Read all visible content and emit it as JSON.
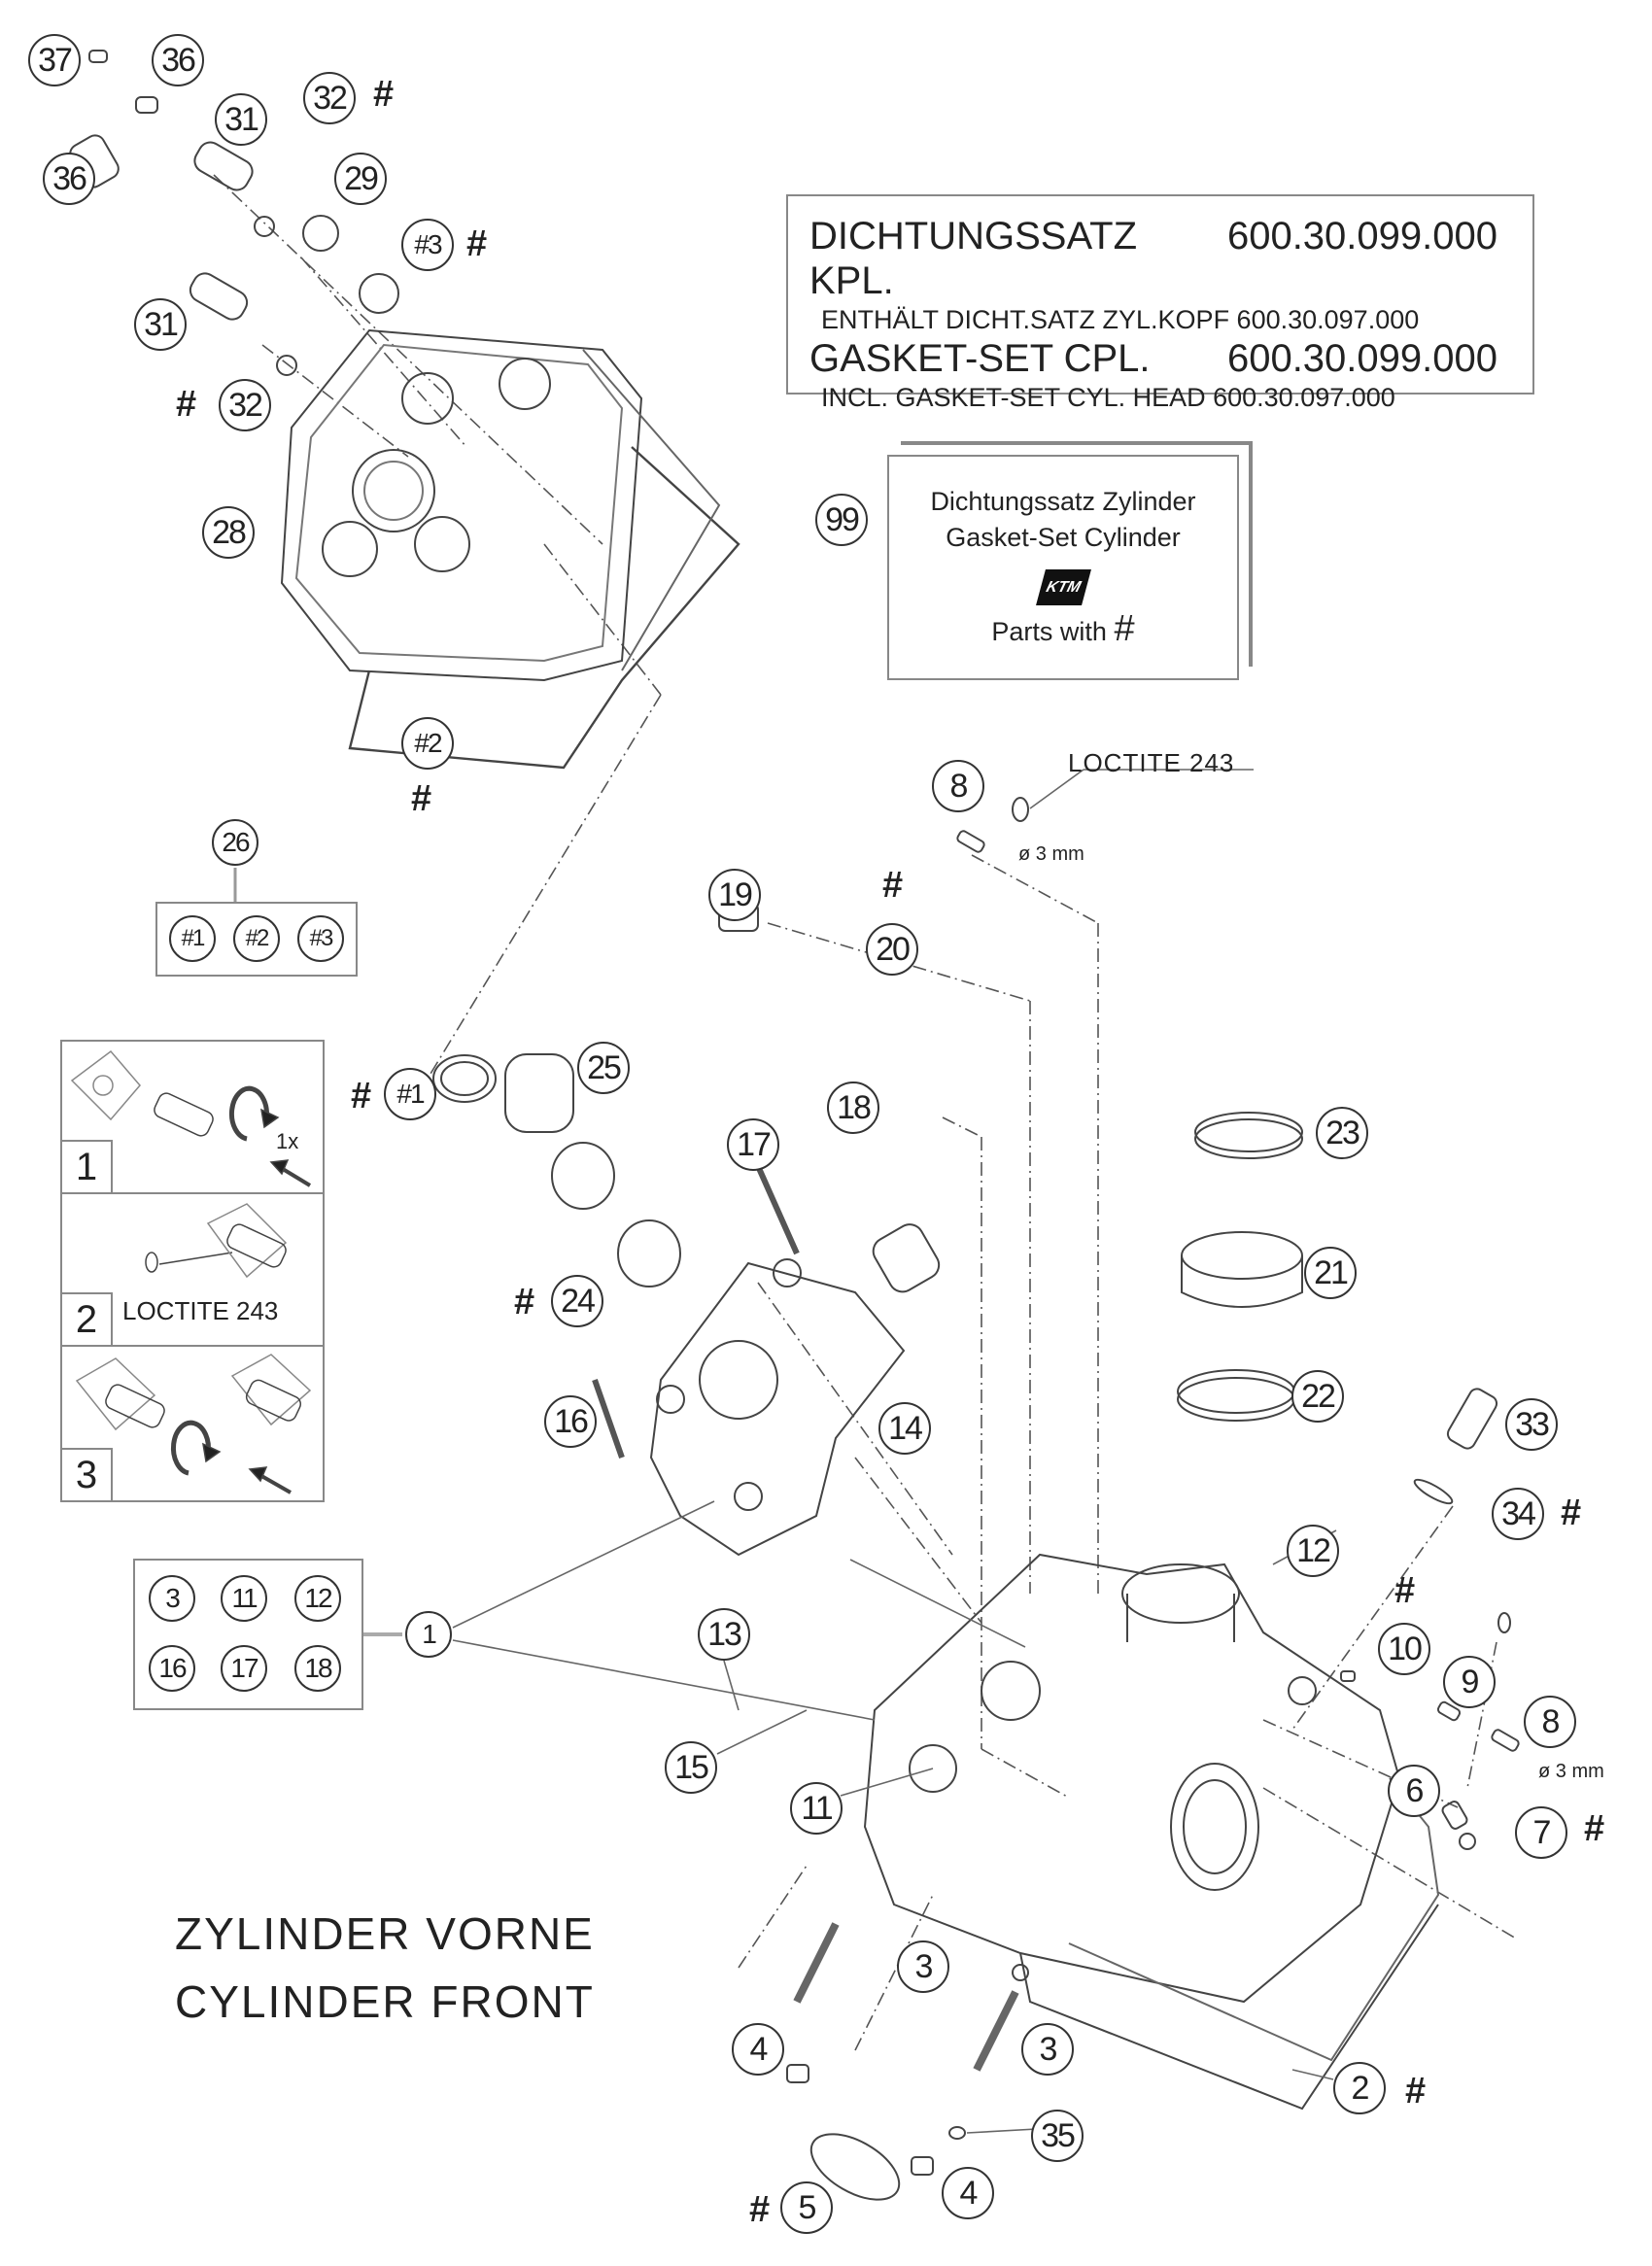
{
  "diagram": {
    "title_lines": [
      "ZYLINDER VORNE",
      "CYLINDER FRONT"
    ],
    "gasket_kit_box": {
      "line1_label": "DICHTUNGSSATZ KPL.",
      "line1_number": "600.30.099.000",
      "line2": "ENTHÄLT DICHT.SATZ ZYL.KOPF 600.30.097.000",
      "line3_label": "GASKET-SET CPL.",
      "line3_number": "600.30.099.000",
      "line4": "INCL. GASKET-SET CYL. HEAD 600.30.097.000"
    },
    "cylinder_gasket_set": {
      "callout": "99",
      "line1": "Dichtungssatz Zylinder",
      "line2": "Gasket-Set Cylinder",
      "brand": "KTM",
      "line3": "Parts with",
      "symbol": "#"
    },
    "loctite_note_top": {
      "label": "LOCTITE 243",
      "diameter": "ø 3 mm"
    },
    "loctite_note_right": {
      "diameter": "ø 3 mm"
    },
    "assembly_steps": [
      {
        "number": "1",
        "note": "1x"
      },
      {
        "number": "2",
        "note": "LOCTITE 243"
      },
      {
        "number": "3",
        "note": ""
      }
    ],
    "group_26": {
      "callout": "26",
      "members": [
        "#1",
        "#2",
        "#3"
      ]
    },
    "group_1": {
      "callout": "1",
      "members": [
        "3",
        "11",
        "12",
        "16",
        "17",
        "18"
      ]
    },
    "hash_symbol": "#",
    "callouts": [
      {
        "id": "37",
        "hash": false
      },
      {
        "id": "36",
        "hash": false
      },
      {
        "id": "36",
        "hash": false
      },
      {
        "id": "31",
        "hash": false
      },
      {
        "id": "32",
        "hash": true
      },
      {
        "id": "29",
        "hash": false
      },
      {
        "id": "#3",
        "hash": true
      },
      {
        "id": "31",
        "hash": false
      },
      {
        "id": "32",
        "hash": true
      },
      {
        "id": "28",
        "hash": false
      },
      {
        "id": "#2",
        "hash": true
      },
      {
        "id": "8",
        "hash": false
      },
      {
        "id": "19",
        "hash": false
      },
      {
        "id": "20",
        "hash": true
      },
      {
        "id": "#1",
        "hash": true
      },
      {
        "id": "25",
        "hash": false
      },
      {
        "id": "18",
        "hash": false
      },
      {
        "id": "17",
        "hash": false
      },
      {
        "id": "23",
        "hash": false
      },
      {
        "id": "21",
        "hash": false
      },
      {
        "id": "22",
        "hash": false
      },
      {
        "id": "24",
        "hash": true
      },
      {
        "id": "16",
        "hash": false
      },
      {
        "id": "14",
        "hash": false
      },
      {
        "id": "33",
        "hash": false
      },
      {
        "id": "34",
        "hash": true
      },
      {
        "id": "12",
        "hash": false
      },
      {
        "id": "13",
        "hash": false
      },
      {
        "id": "10",
        "hash": true
      },
      {
        "id": "9",
        "hash": false
      },
      {
        "id": "8",
        "hash": false
      },
      {
        "id": "15",
        "hash": false
      },
      {
        "id": "6",
        "hash": false
      },
      {
        "id": "7",
        "hash": true
      },
      {
        "id": "11",
        "hash": false
      },
      {
        "id": "3",
        "hash": false
      },
      {
        "id": "3",
        "hash": false
      },
      {
        "id": "4",
        "hash": false
      },
      {
        "id": "4",
        "hash": false
      },
      {
        "id": "35",
        "hash": false
      },
      {
        "id": "2",
        "hash": true
      },
      {
        "id": "5",
        "hash": true
      }
    ]
  }
}
